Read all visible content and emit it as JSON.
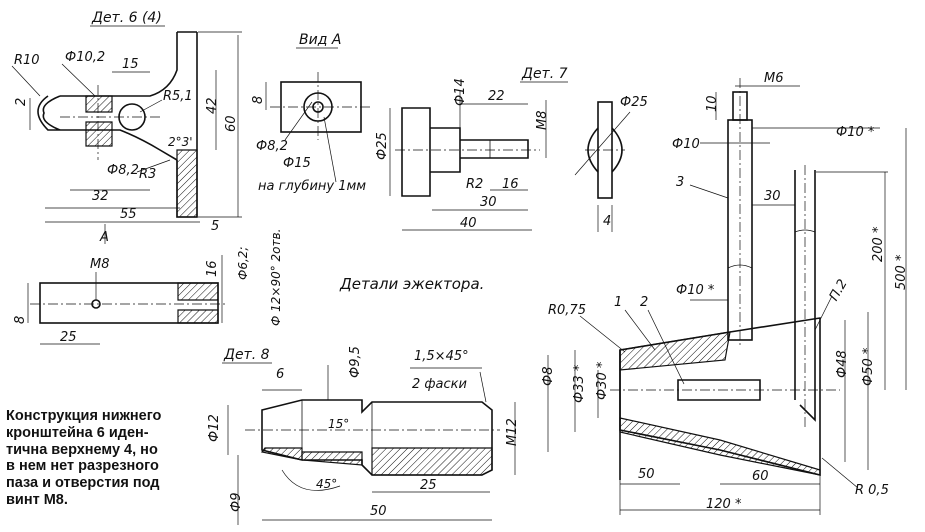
{
  "parts": {
    "det6": {
      "title": "Дет. 6 (4)",
      "dims": [
        "R10",
        "Ф10,2",
        "15",
        "R5,1",
        "2",
        "42",
        "60",
        "2°3'",
        "Ф8,2",
        "R3",
        "32",
        "55",
        "5",
        "A"
      ],
      "bottom_dims": [
        "М8",
        "16",
        "8",
        "25",
        "Ф6,2;",
        "Ф 12×90° 2отв."
      ]
    },
    "view_a": {
      "title": "Вид А",
      "dims": [
        "8",
        "Ф8,2",
        "Ф15",
        "на глубину 1мм"
      ]
    },
    "det7": {
      "title": "Дет. 7",
      "dims": [
        "Ф14",
        "22",
        "М8",
        "Ф25",
        "R2",
        "16",
        "30",
        "40",
        "Ф25",
        "4"
      ]
    },
    "det8": {
      "title": "Дет. 8",
      "dims": [
        "6",
        "Ф9,5",
        "1,5×45°",
        "2 фаски",
        "Ф8",
        "Ф12",
        "15°",
        "М12",
        "45°",
        "25",
        "Ф9",
        "50"
      ]
    },
    "assembly": {
      "dims": [
        "М6",
        "10",
        "Ф10",
        "Ф10 *",
        "3",
        "30",
        "200 *",
        "500 *",
        "Ф10 *",
        "П.2",
        "R0,75",
        "1",
        "2",
        "Ф33 *",
        "Ф30 *",
        "Ф48",
        "Ф50 *",
        "50",
        "60",
        "120 *",
        "R 0,5"
      ]
    }
  },
  "caption": "Детали эжектора.",
  "note_lines": [
    "Конструкция нижнего",
    "кронштейна 6 иден-",
    "тична верхнему 4, но",
    "в нем нет разрезного",
    "паза и отверстия под",
    "винт М8."
  ]
}
